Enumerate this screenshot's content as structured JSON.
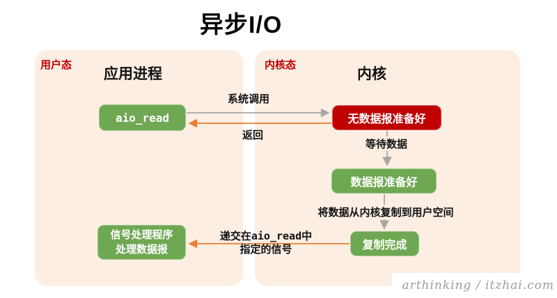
{
  "title": "异步I/O",
  "panels": {
    "user": {
      "corner_label": "用户态",
      "header": "应用进程"
    },
    "kernel": {
      "corner_label": "内核态",
      "header": "内核"
    }
  },
  "nodes": {
    "aio_read": "aio_read",
    "no_datagram": "无数据报准备好",
    "datagram_ready": "数据报准备好",
    "copy_done": "复制完成",
    "signal_handler_line1": "信号处理程序",
    "signal_handler_line2": "处理数据报"
  },
  "edges": {
    "system_call": "系统调用",
    "return": "返回",
    "wait_data": "等待数据",
    "copy_data": "将数据从内核复制到用户空间",
    "signal_line1_prefix": "递交在",
    "signal_line1_code": "aio_read",
    "signal_line1_suffix": "中",
    "signal_line2": "指定的信号"
  },
  "watermark": "arthinking / itzhai.com",
  "colors": {
    "panel_bg": "#FCEEE3",
    "green": "#6FA853",
    "red": "#C00000",
    "orange": "#ED7D31",
    "gray": "#A6A6A6",
    "label_red": "#C00000"
  }
}
